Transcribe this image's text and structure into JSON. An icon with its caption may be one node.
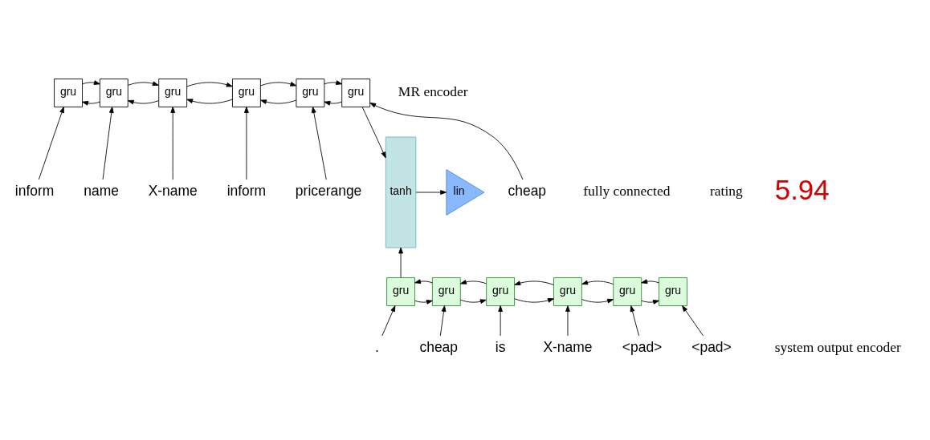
{
  "diagram": {
    "nodes": [
      {
        "text": [
          "gru"
        ]
      },
      {
        "text": [
          "gru"
        ]
      },
      {
        "text": [
          "gru"
        ]
      },
      {
        "text": [
          "gru"
        ]
      },
      {
        "text": [
          "gru"
        ]
      },
      {
        "text": [
          "gru"
        ]
      },
      {
        "text": [
          "inform"
        ]
      },
      {
        "text": [
          "name"
        ]
      },
      {
        "text": [
          "X-name"
        ]
      },
      {
        "text": [
          "inform"
        ]
      },
      {
        "text": [
          "pricerange"
        ]
      },
      {
        "text": [
          "cheap"
        ]
      },
      {
        "text": [
          "tanh"
        ]
      },
      {
        "text": [
          "lin"
        ]
      },
      {
        "text": [
          "gru"
        ]
      },
      {
        "text": [
          "gru"
        ]
      },
      {
        "text": [
          "gru"
        ]
      },
      {
        "text": [
          "gru"
        ]
      },
      {
        "text": [
          "gru"
        ]
      },
      {
        "text": [
          "gru"
        ]
      },
      {
        "text": [
          "<pad>"
        ]
      },
      {
        "text": [
          "<pad>"
        ]
      },
      {
        "text": [
          "X-name"
        ]
      },
      {
        "text": [
          "is"
        ]
      },
      {
        "text": [
          "cheap"
        ]
      },
      {
        "text": [
          "."
        ]
      }
    ],
    "edges": [
      {
        "from": 6,
        "to": 0,
        "arrow": "to"
      },
      {
        "from": 7,
        "to": 1,
        "arrow": "to"
      },
      {
        "from": 8,
        "to": 2,
        "arrow": "to"
      },
      {
        "from": 9,
        "to": 3,
        "arrow": "to"
      },
      {
        "from": 10,
        "to": 4,
        "arrow": "to"
      },
      {
        "from": 11,
        "to": 5,
        "arrow": "to"
      },
      {
        "from": 0,
        "to": 1,
        "arrow": "to"
      },
      {
        "from": 1,
        "to": 0,
        "arrow": "to"
      },
      {
        "from": 1,
        "to": 2,
        "arrow": "to"
      },
      {
        "from": 2,
        "to": 1,
        "arrow": "to"
      },
      {
        "from": 2,
        "to": 3,
        "arrow": "to"
      },
      {
        "from": 3,
        "to": 2,
        "arrow": "to"
      },
      {
        "from": 3,
        "to": 4,
        "arrow": "to"
      },
      {
        "from": 4,
        "to": 3,
        "arrow": "to"
      },
      {
        "from": 4,
        "to": 5,
        "arrow": "to"
      },
      {
        "from": 5,
        "to": 4,
        "arrow": "to"
      },
      {
        "from": 5,
        "to": 12,
        "arrow": "to"
      },
      {
        "from": 19,
        "to": 12,
        "arrow": "to"
      },
      {
        "from": 12,
        "to": 13,
        "arrow": "to"
      },
      {
        "from": 14,
        "to": 15,
        "arrow": "to"
      },
      {
        "from": 15,
        "to": 14,
        "arrow": "to"
      },
      {
        "from": 15,
        "to": 16,
        "arrow": "to"
      },
      {
        "from": 16,
        "to": 15,
        "arrow": "to"
      },
      {
        "from": 16,
        "to": 17,
        "arrow": "to"
      },
      {
        "from": 17,
        "to": 16,
        "arrow": "to"
      },
      {
        "from": 17,
        "to": 18,
        "arrow": "to"
      },
      {
        "from": 18,
        "to": 17,
        "arrow": "to"
      },
      {
        "from": 18,
        "to": 19,
        "arrow": "to"
      },
      {
        "from": 19,
        "to": 18,
        "arrow": "to"
      },
      {
        "from": 20,
        "to": 14,
        "arrow": "to"
      },
      {
        "from": 21,
        "to": 15,
        "arrow": "to"
      },
      {
        "from": 22,
        "to": 16,
        "arrow": "to"
      },
      {
        "from": 23,
        "to": 17,
        "arrow": "to"
      },
      {
        "from": 24,
        "to": 18,
        "arrow": "to"
      },
      {
        "from": 25,
        "to": 19,
        "arrow": "to"
      }
    ],
    "labels": [
      "MR encoder",
      "fully connected",
      "rating",
      "5.94",
      "system output encoder"
    ]
  }
}
